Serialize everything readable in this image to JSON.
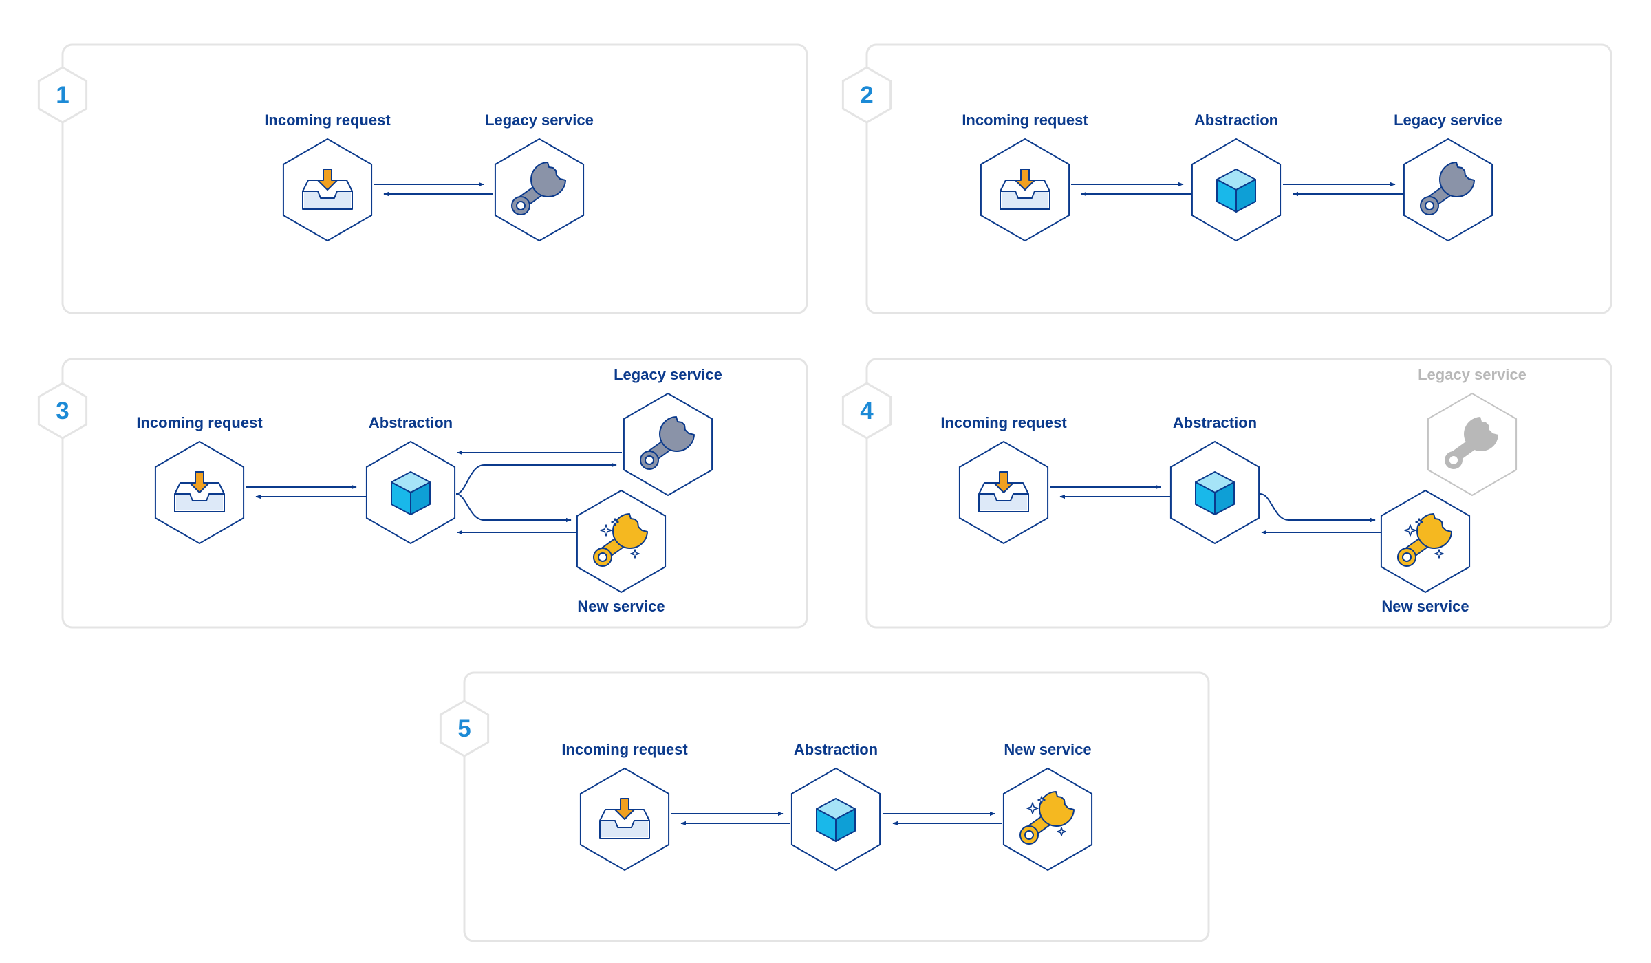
{
  "colors": {
    "navy": "#0b3a8c",
    "step_number_blue": "#1c8ad6",
    "panel_border": "#e4e4e4",
    "tray_orange": "#f0a020",
    "cube_cyan": "#19b8ea",
    "legacy_wrench": "#8a93a8",
    "new_wrench": "#f5b820",
    "faded_gray": "#b8b8b8"
  },
  "panels": [
    {
      "step": "1",
      "nodes": [
        {
          "key": "incoming",
          "label": "Incoming request",
          "icon": "inbox-tray-icon"
        },
        {
          "key": "legacy",
          "label": "Legacy service",
          "icon": "wrench-icon"
        }
      ]
    },
    {
      "step": "2",
      "nodes": [
        {
          "key": "incoming",
          "label": "Incoming request",
          "icon": "inbox-tray-icon"
        },
        {
          "key": "abstraction",
          "label": "Abstraction",
          "icon": "cube-icon"
        },
        {
          "key": "legacy",
          "label": "Legacy service",
          "icon": "wrench-icon"
        }
      ]
    },
    {
      "step": "3",
      "nodes": [
        {
          "key": "incoming",
          "label": "Incoming request",
          "icon": "inbox-tray-icon"
        },
        {
          "key": "abstraction",
          "label": "Abstraction",
          "icon": "cube-icon"
        },
        {
          "key": "legacy",
          "label": "Legacy service",
          "icon": "wrench-icon"
        },
        {
          "key": "new",
          "label": "New service",
          "icon": "sparkle-wrench-icon"
        }
      ]
    },
    {
      "step": "4",
      "nodes": [
        {
          "key": "incoming",
          "label": "Incoming request",
          "icon": "inbox-tray-icon"
        },
        {
          "key": "abstraction",
          "label": "Abstraction",
          "icon": "cube-icon"
        },
        {
          "key": "legacy",
          "label": "Legacy service",
          "icon": "wrench-icon",
          "state": "inactive"
        },
        {
          "key": "new",
          "label": "New service",
          "icon": "sparkle-wrench-icon"
        }
      ]
    },
    {
      "step": "5",
      "nodes": [
        {
          "key": "incoming",
          "label": "Incoming request",
          "icon": "inbox-tray-icon"
        },
        {
          "key": "abstraction",
          "label": "Abstraction",
          "icon": "cube-icon"
        },
        {
          "key": "new",
          "label": "New service",
          "icon": "sparkle-wrench-icon"
        }
      ]
    }
  ]
}
